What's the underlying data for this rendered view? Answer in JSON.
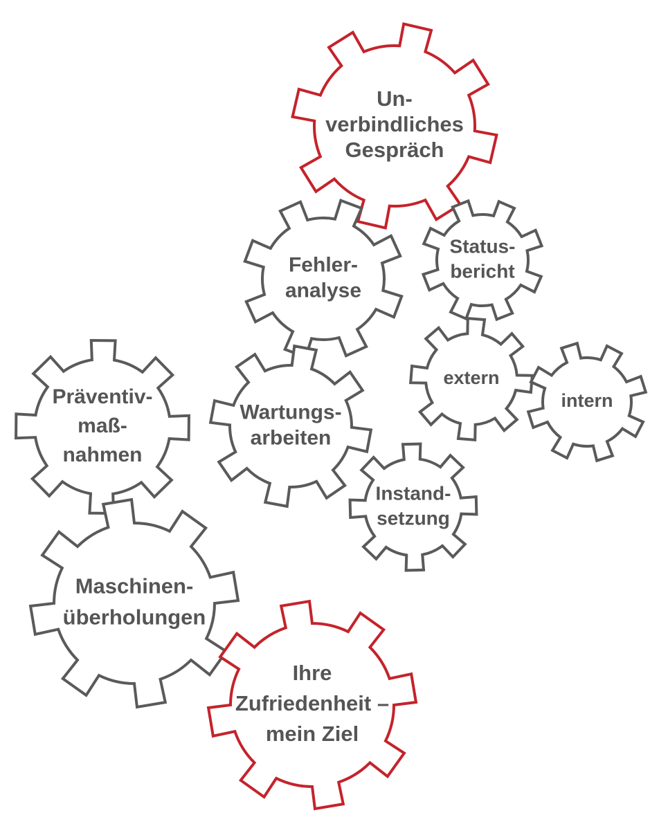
{
  "colors": {
    "accent_red": "#c4232b",
    "gear_grey": "#5a5a5a",
    "text": "#555555",
    "background": "#ffffff"
  },
  "gears": [
    {
      "id": "unverbindliches-gespraech",
      "label_lines": [
        "Un-",
        "verbindliches",
        "Gespräch"
      ],
      "color": "red"
    },
    {
      "id": "fehleranalyse",
      "label_lines": [
        "Fehler-",
        "analyse"
      ],
      "color": "grey"
    },
    {
      "id": "statusbericht",
      "label_lines": [
        "Status-",
        "bericht"
      ],
      "color": "grey"
    },
    {
      "id": "extern",
      "label_lines": [
        "extern"
      ],
      "color": "grey"
    },
    {
      "id": "intern",
      "label_lines": [
        "intern"
      ],
      "color": "grey"
    },
    {
      "id": "praeventivmassnahmen",
      "label_lines": [
        "Präventiv-",
        "maß-",
        "nahmen"
      ],
      "color": "grey"
    },
    {
      "id": "wartungsarbeiten",
      "label_lines": [
        "Wartungs-",
        "arbeiten"
      ],
      "color": "grey"
    },
    {
      "id": "instandsetzung",
      "label_lines": [
        "Instand-",
        "setzung"
      ],
      "color": "grey"
    },
    {
      "id": "maschinenueberholungen",
      "label_lines": [
        "Maschinen-",
        "überholungen"
      ],
      "color": "grey"
    },
    {
      "id": "ihre-zufriedenheit",
      "label_lines": [
        "Ihre",
        "Zufriedenheit –",
        "mein Ziel"
      ],
      "color": "red"
    }
  ]
}
